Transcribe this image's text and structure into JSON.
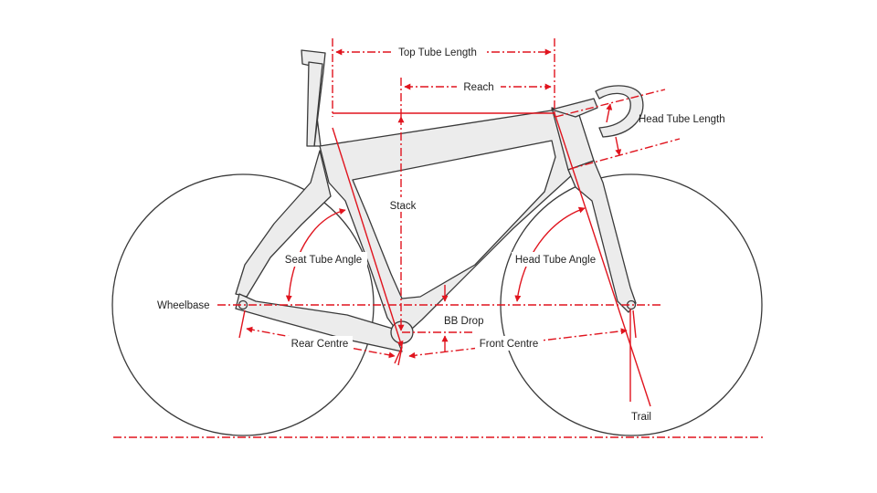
{
  "labels": {
    "top_tube_length": "Top Tube Length",
    "reach": "Reach",
    "head_tube_length": "Head Tube Length",
    "stack": "Stack",
    "seat_tube_angle": "Seat Tube Angle",
    "head_tube_angle": "Head Tube Angle",
    "wheelbase": "Wheelbase",
    "bb_drop": "BB Drop",
    "rear_centre": "Rear Centre",
    "front_centre": "Front Centre",
    "trail": "Trail"
  },
  "colors": {
    "dimension": "#e0141e",
    "frame_fill": "#ececec",
    "outline": "#3a3a3a",
    "text": "#222222"
  }
}
